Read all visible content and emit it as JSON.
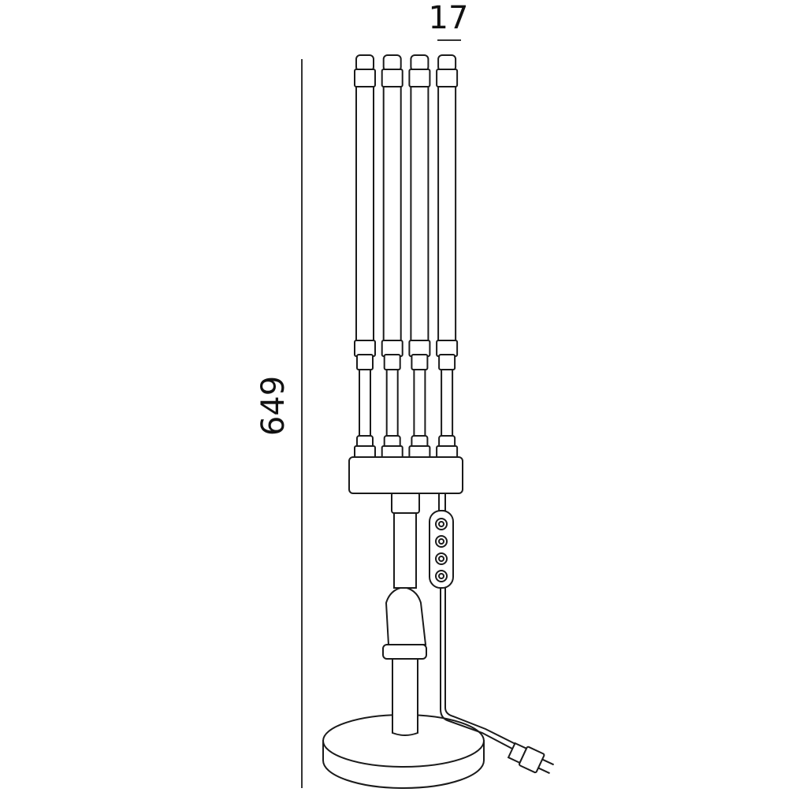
{
  "drawing": {
    "subject": "lamp",
    "dimensions": {
      "height": "649",
      "tube_width": "17"
    },
    "tube_count": 4,
    "controller_buttons": [
      "brightness-icon",
      "timer-icon",
      "mode-icon",
      "power-icon"
    ],
    "line_color": "#1a1a1a"
  }
}
